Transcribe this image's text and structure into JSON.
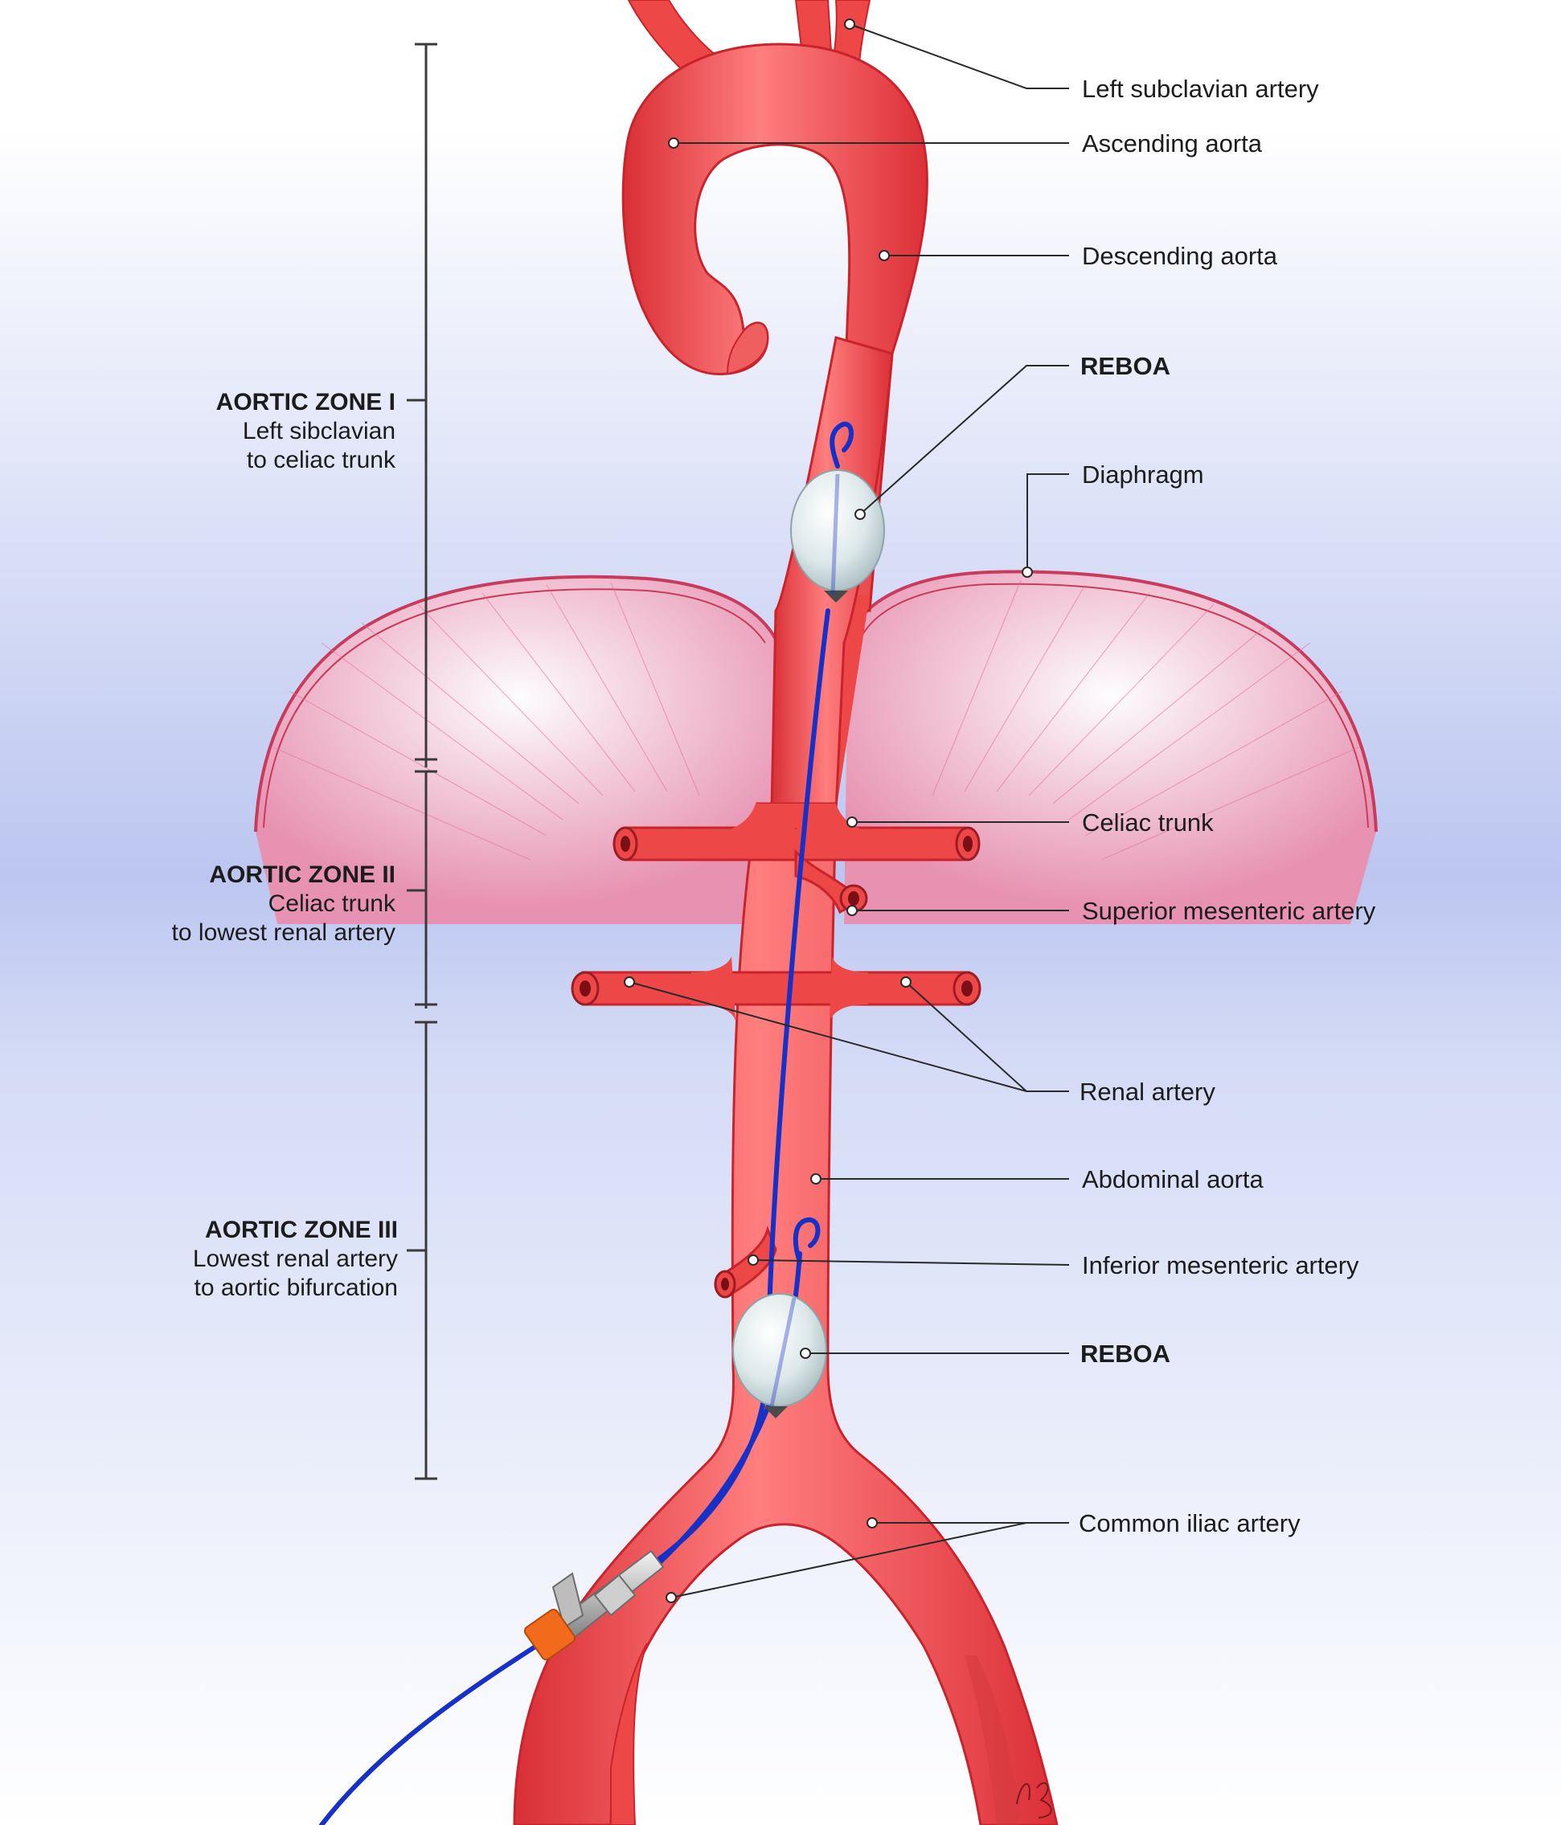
{
  "labels": {
    "left_subclavian": "Left subclavian artery",
    "ascending_aorta": "Ascending aorta",
    "descending_aorta": "Descending aorta",
    "reboa_upper": "REBOA",
    "diaphragm": "Diaphragm",
    "celiac_trunk": "Celiac trunk",
    "sma": "Superior mesenteric artery",
    "renal_artery": "Renal artery",
    "abdominal_aorta": "Abdominal aorta",
    "ima": "Inferior mesenteric artery",
    "reboa_lower": "REBOA",
    "common_iliac": "Common iliac artery"
  },
  "zones": {
    "zone1": {
      "title": "AORTIC ZONE I",
      "line1": "Left sibclavian",
      "line2": "to celiac trunk"
    },
    "zone2": {
      "title": "AORTIC ZONE II",
      "line1": "Celiac trunk",
      "line2": "to lowest renal artery"
    },
    "zone3": {
      "title": "AORTIC ZONE III",
      "line1": "Lowest renal artery",
      "line2": "to aortic bifurcation"
    }
  },
  "colors": {
    "artery": "#ee4747",
    "artery_dark": "#c9242c",
    "artery_light": "#ff8a8a",
    "diaphragm": "#ee9ab5",
    "catheter": "#1630c8",
    "balloon": "#dfe9ea",
    "sheath_cap": "#f26a1b",
    "background_top": "#ffffff",
    "background_band": "#b8c3ef"
  },
  "signature_icon": "artist-signature-icon"
}
